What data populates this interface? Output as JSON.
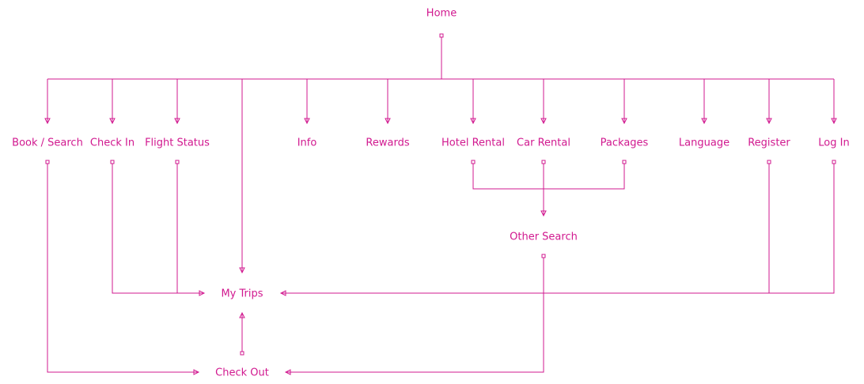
{
  "accent_color": "#d1188f",
  "nodes": {
    "home": "Home",
    "book_search": "Book / Search",
    "check_in": "Check In",
    "flight_status": "Flight Status",
    "info": "Info",
    "rewards": "Rewards",
    "hotel_rental": "Hotel Rental",
    "car_rental": "Car Rental",
    "packages": "Packages",
    "language": "Language",
    "register": "Register",
    "log_in": "Log In",
    "other_search": "Other Search",
    "my_trips": "My Trips",
    "check_out": "Check Out"
  },
  "edges": [
    {
      "from": "home",
      "to": "book_search"
    },
    {
      "from": "home",
      "to": "check_in"
    },
    {
      "from": "home",
      "to": "flight_status"
    },
    {
      "from": "home",
      "to": "my_trips"
    },
    {
      "from": "home",
      "to": "info"
    },
    {
      "from": "home",
      "to": "rewards"
    },
    {
      "from": "home",
      "to": "hotel_rental"
    },
    {
      "from": "home",
      "to": "car_rental"
    },
    {
      "from": "home",
      "to": "packages"
    },
    {
      "from": "home",
      "to": "language"
    },
    {
      "from": "home",
      "to": "register"
    },
    {
      "from": "home",
      "to": "log_in"
    },
    {
      "from": "hotel_rental",
      "to": "other_search"
    },
    {
      "from": "car_rental",
      "to": "other_search"
    },
    {
      "from": "packages",
      "to": "other_search"
    },
    {
      "from": "check_in",
      "to": "my_trips"
    },
    {
      "from": "flight_status",
      "to": "my_trips"
    },
    {
      "from": "register",
      "to": "my_trips"
    },
    {
      "from": "log_in",
      "to": "my_trips"
    },
    {
      "from": "book_search",
      "to": "check_out"
    },
    {
      "from": "other_search",
      "to": "check_out"
    },
    {
      "from": "check_out",
      "to": "my_trips"
    }
  ]
}
